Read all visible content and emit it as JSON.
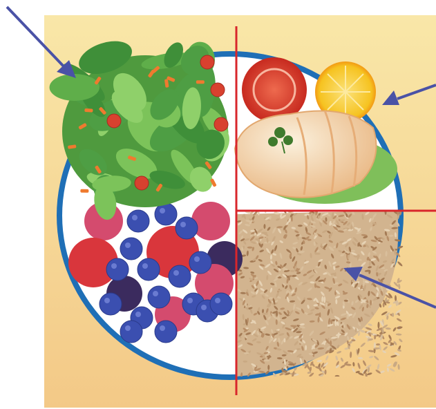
{
  "illustration": {
    "subject": "healthy-plate",
    "sections": [
      {
        "name": "salad-vegetables",
        "icon": "salad-icon"
      },
      {
        "name": "lean-protein",
        "icon": "chicken-breast-icon"
      },
      {
        "name": "fruits",
        "icon": "berries-icon"
      },
      {
        "name": "whole-grains",
        "icon": "brown-rice-icon"
      }
    ],
    "pointers": [
      "arrow-to-vegetables",
      "arrow-to-protein",
      "arrow-to-grains"
    ]
  },
  "colors": {
    "background_top": "#f9e7a8",
    "background_bottom": "#f3c987",
    "plate_rim": "#1f6fb6",
    "plate": "#ffffff",
    "divider": "#d8262b",
    "arrow": "#4a52a6",
    "rice": "#c9a983",
    "lettuce": "#5fae4a",
    "strawberry": "#d9363c",
    "blueberry": "#3b4fb0",
    "raspberry": "#d44b6e",
    "blackberry": "#3b2b5e",
    "chicken": "#f4dcb8",
    "lemon": "#f6c321",
    "tomato": "#d63a2b"
  }
}
